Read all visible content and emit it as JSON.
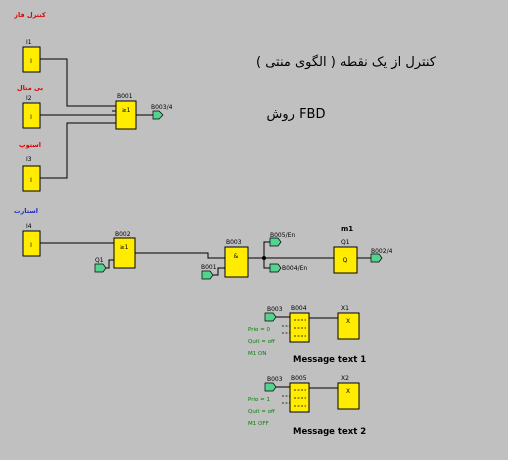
{
  "title": "کنترل از یک نقطه ( الگوی منتی )",
  "subtitle": "روش FBD",
  "inputs": [
    {
      "arabic": "کنترل فاز",
      "addr": "I1",
      "sym": "I"
    },
    {
      "arabic": "بی متال",
      "addr": "I2",
      "sym": "I"
    },
    {
      "arabic": "استوپ",
      "addr": "I3",
      "sym": "I"
    },
    {
      "arabic": "استارت",
      "addr": "I4",
      "sym": "I"
    }
  ],
  "blocks": {
    "b001": {
      "name": "B001",
      "sym": "≥1",
      "out": "B003/4"
    },
    "b002": {
      "name": "B002",
      "sym": "≥1",
      "in": "Q1"
    },
    "b003": {
      "name": "B003",
      "sym": "&",
      "in": "B001",
      "out1": "B005/En",
      "out2": "B004/En"
    },
    "q1": {
      "name": "Q1",
      "sym": "Q",
      "marker": "m1",
      "out": "B002/4"
    }
  },
  "messages": [
    {
      "in_ref": "B003",
      "block": "B004",
      "out": "X1",
      "sym": "X",
      "prio": "Prio = 0",
      "quit": "Quit = off",
      "mode": "M1 ON",
      "label": "Message text 1"
    },
    {
      "in_ref": "B003",
      "block": "B005",
      "out": "X2",
      "sym": "X",
      "prio": "Prio = 1",
      "quit": "Quit = off",
      "mode": "M1 OFF",
      "label": "Message text 2"
    }
  ],
  "colors": {
    "block": "#ffec00",
    "connector": "#55d28f",
    "background": "#c0c0c0"
  }
}
